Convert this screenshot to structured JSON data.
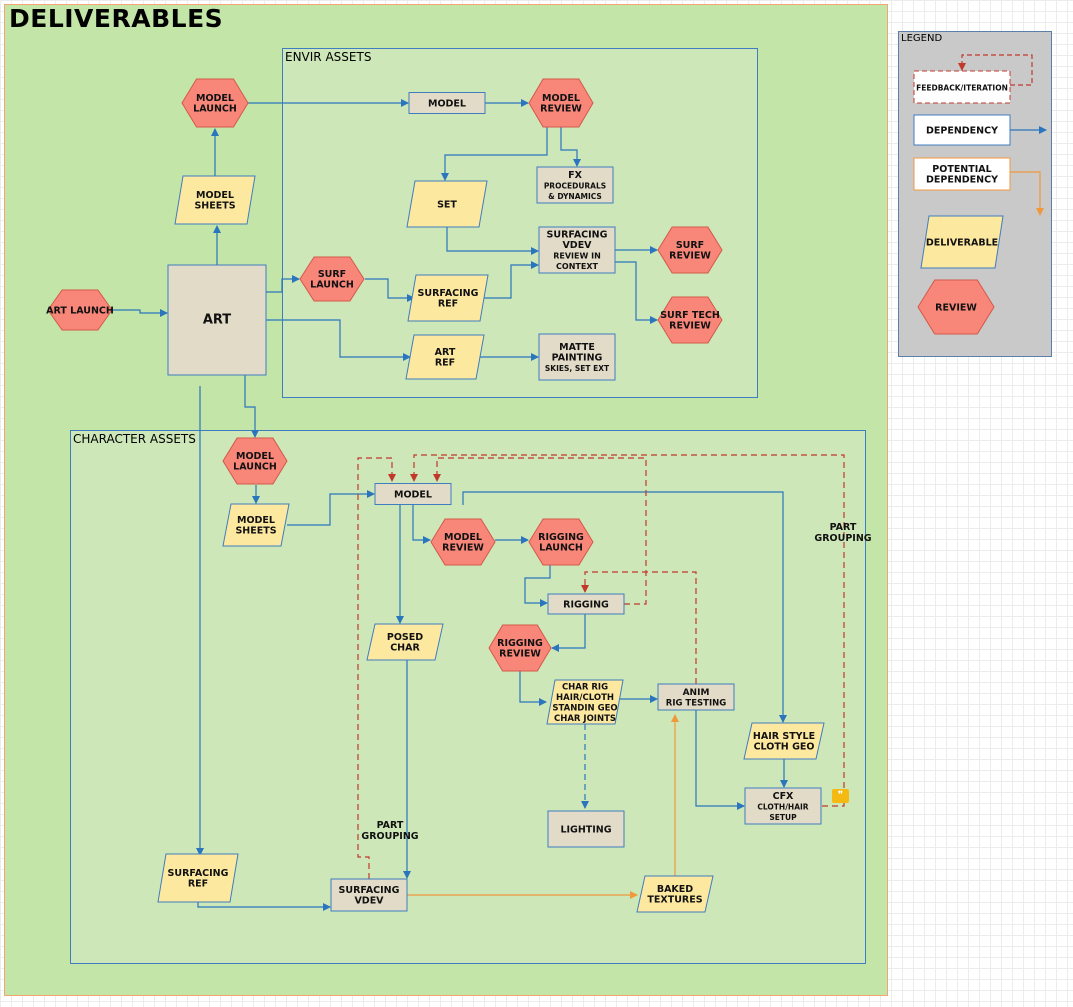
{
  "diagram": {
    "title": "DELIVERABLES",
    "groups": {
      "envir": "ENVIR ASSETS",
      "character": "CHARACTER ASSETS",
      "legend": "LEGEND"
    },
    "free_labels": {
      "part_grouping_right": [
        "PART",
        "GROUPING"
      ],
      "part_grouping_center": [
        "PART",
        "GROUPING"
      ]
    },
    "nodes": {
      "art_launch": [
        "ART LAUNCH"
      ],
      "art": [
        "ART"
      ],
      "model_sheets_top": [
        "MODEL",
        "SHEETS"
      ],
      "model_launch_top": [
        "MODEL",
        "LAUNCH"
      ],
      "env_model": [
        "MODEL"
      ],
      "env_model_review": [
        "MODEL",
        "REVIEW"
      ],
      "fx": [
        "FX",
        "PROCEDURALS",
        "& DYNAMICS"
      ],
      "set": [
        "SET"
      ],
      "env_surfacing_vdev": [
        "SURFACING",
        "VDEV",
        "REVIEW IN",
        "CONTEXT"
      ],
      "surf_review": [
        "SURF",
        "REVIEW"
      ],
      "surf_launch": [
        "SURF",
        "LAUNCH"
      ],
      "surfacing_ref_env": [
        "SURFACING",
        "REF"
      ],
      "surf_tech_review": [
        "SURF TECH",
        "REVIEW"
      ],
      "art_ref": [
        "ART",
        "REF"
      ],
      "matte_painting": [
        "MATTE",
        "PAINTING",
        "SKIES, SET EXT"
      ],
      "char_model_launch": [
        "MODEL",
        "LAUNCH"
      ],
      "char_model_sheets": [
        "MODEL",
        "SHEETS"
      ],
      "char_model": [
        "MODEL"
      ],
      "char_model_review": [
        "MODEL",
        "REVIEW"
      ],
      "rigging_launch": [
        "RIGGING",
        "LAUNCH"
      ],
      "rigging": [
        "RIGGING"
      ],
      "rigging_review": [
        "RIGGING",
        "REVIEW"
      ],
      "posed_char": [
        "POSED",
        "CHAR"
      ],
      "char_rig": [
        "CHAR RIG",
        "HAIR/CLOTH",
        "STANDIN GEO",
        "CHAR JOINTS"
      ],
      "anim": [
        "ANIM",
        "RIG TESTING"
      ],
      "hair_style": [
        "HAIR STYLE",
        "CLOTH GEO"
      ],
      "cfx": [
        "CFX",
        "CLOTH/HAIR",
        "SETUP"
      ],
      "lighting": [
        "LIGHTING"
      ],
      "char_surfacing_ref": [
        "SURFACING",
        "REF"
      ],
      "char_surfacing_vdev": [
        "SURFACING",
        "VDEV"
      ],
      "baked_textures": [
        "BAKED",
        "TEXTURES"
      ]
    },
    "legend": {
      "feedback": [
        "FEEDBACK/ITERATION"
      ],
      "dependency": [
        "DEPENDENCY"
      ],
      "potential": [
        "POTENTIAL",
        "DEPENDENCY"
      ],
      "deliverable": [
        "DELIVERABLE"
      ],
      "review": [
        "REVIEW"
      ]
    },
    "colors": {
      "background_group": "#c3e6a8",
      "deliverable_fill": "#fde8a0",
      "review_fill": "#f8877a",
      "task_fill": "#e2dbc8",
      "dependency_arrow": "#2a75bd",
      "potential_arrow": "#f0983c",
      "feedback_arrow": "#c0392b"
    },
    "note_icon": "comment-icon"
  }
}
